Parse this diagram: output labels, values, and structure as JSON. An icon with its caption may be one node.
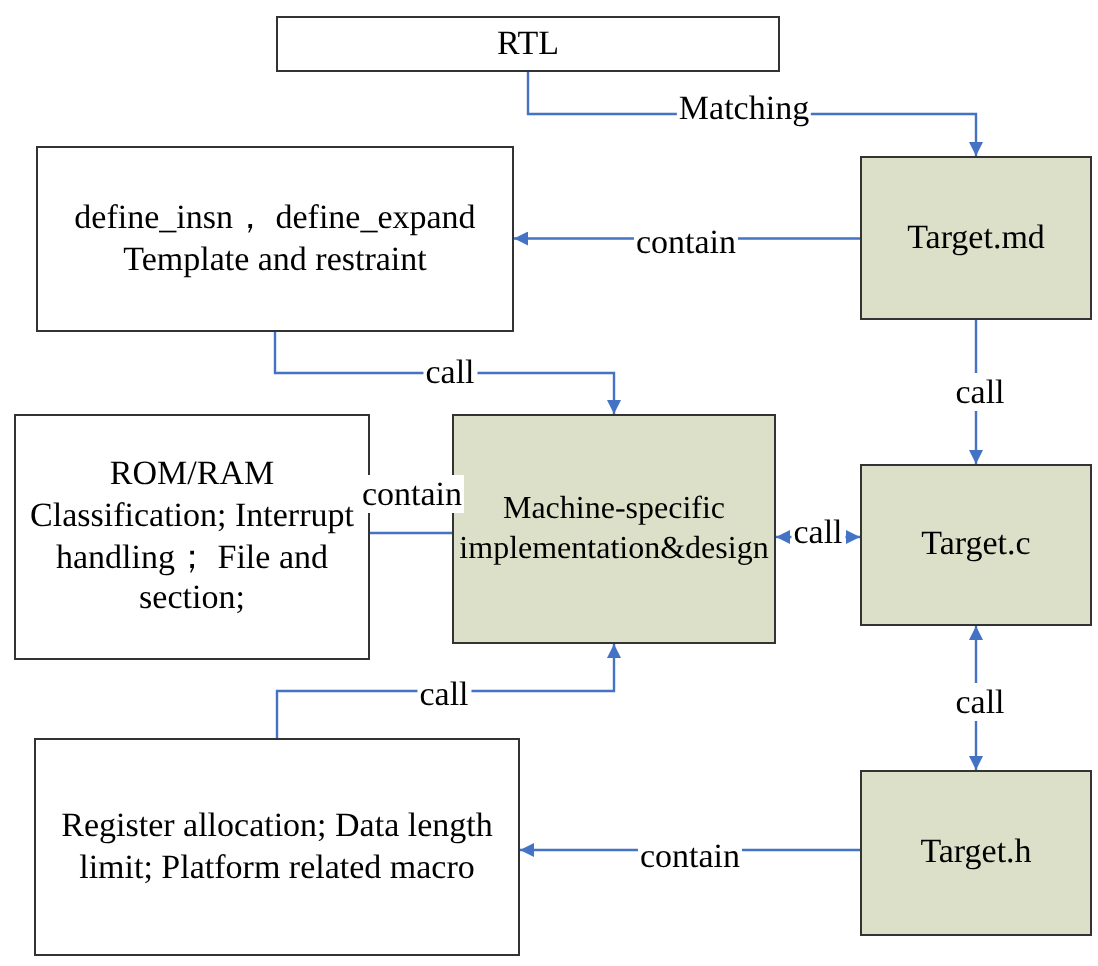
{
  "diagram": {
    "nodes": [
      {
        "text": [
          "RTL"
        ]
      },
      {
        "text": [
          "define_insn， define_expand Template and restraint"
        ]
      },
      {
        "text": [
          "Target.md"
        ]
      },
      {
        "text": [
          "ROM/RAM Classification; Interrupt handling； File and section;"
        ]
      },
      {
        "text": [
          "Machine-specific implementation&design"
        ]
      },
      {
        "text": [
          "Target.c"
        ]
      },
      {
        "text": [
          "Register allocation; Data length limit; Platform related macro"
        ]
      },
      {
        "text": [
          "Target.h"
        ]
      }
    ],
    "edges": [
      {
        "from": 0,
        "to": 2,
        "label": "Matching",
        "arrow": "to"
      },
      {
        "from": 2,
        "to": 1,
        "label": "contain",
        "arrow": "to"
      },
      {
        "from": 1,
        "to": 4,
        "label": "call",
        "arrow": "to"
      },
      {
        "from": 4,
        "to": 3,
        "label": "contain",
        "arrow": "none"
      },
      {
        "from": 4,
        "to": 5,
        "label": "call",
        "arrow": "both"
      },
      {
        "from": 2,
        "to": 5,
        "label": "call",
        "arrow": "to"
      },
      {
        "from": 6,
        "to": 4,
        "label": "call",
        "arrow": "to"
      },
      {
        "from": 5,
        "to": 7,
        "label": "call",
        "arrow": "both"
      },
      {
        "from": 7,
        "to": 6,
        "label": "contain",
        "arrow": "to"
      }
    ]
  }
}
